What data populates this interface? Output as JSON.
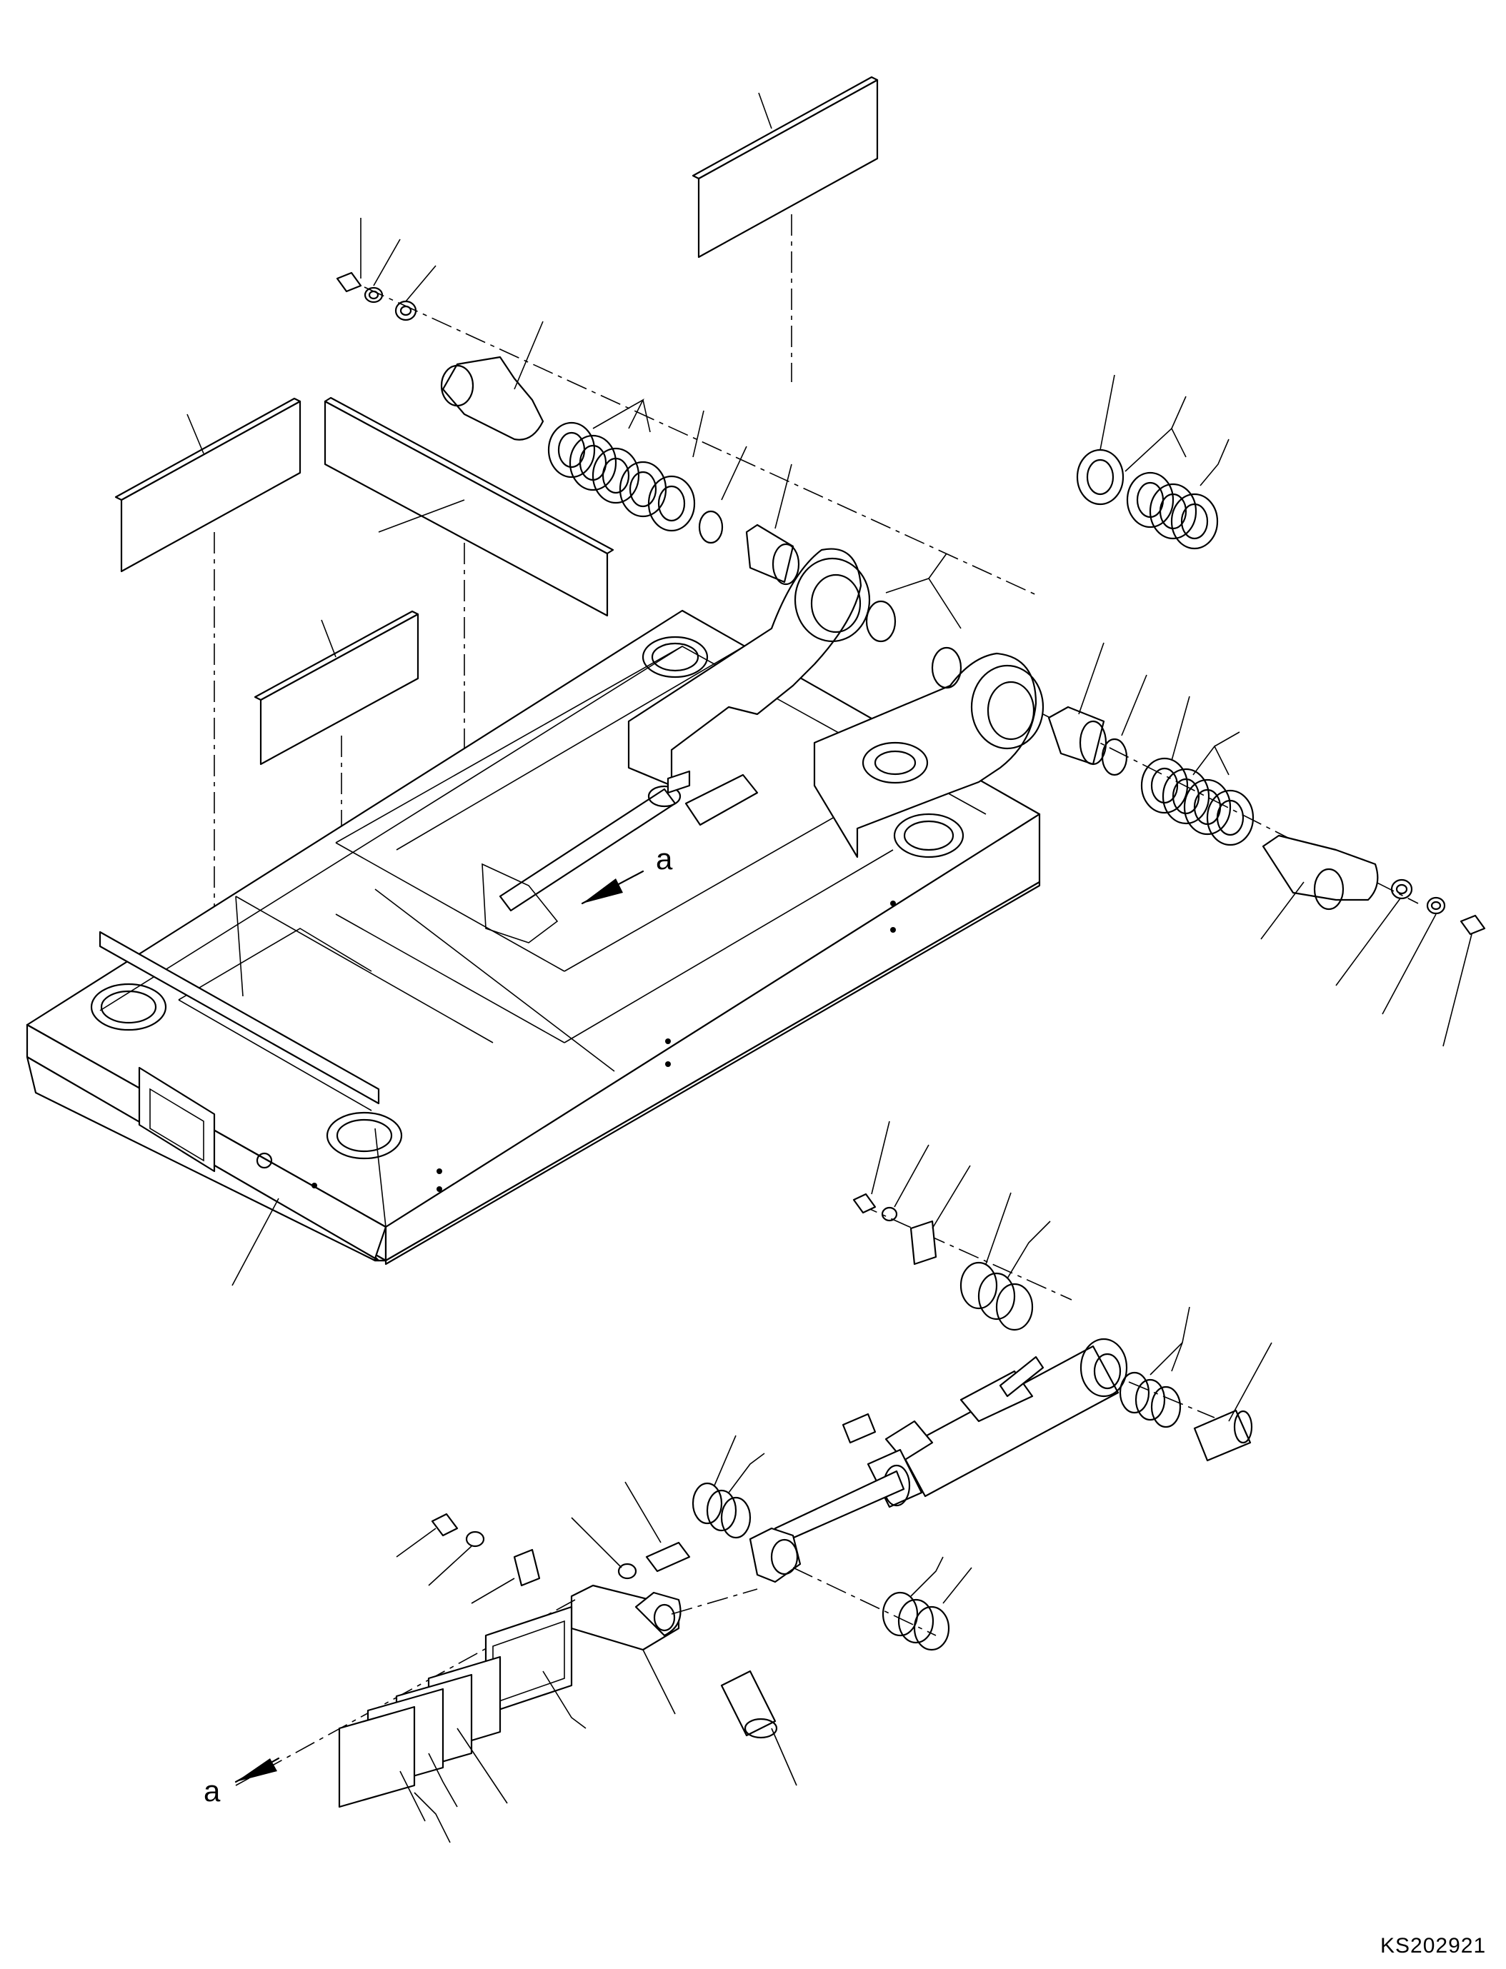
{
  "view_labels": {
    "top": "a",
    "bottom": "a"
  },
  "drawing_code": "KS202921"
}
